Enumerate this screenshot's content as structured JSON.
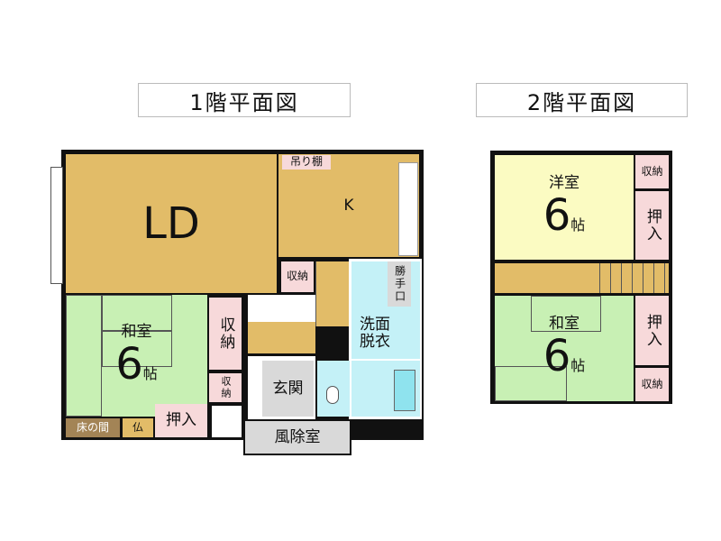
{
  "floor1": {
    "title": "1階平面図",
    "rooms": {
      "ld": "LD",
      "kitchen": "K",
      "hanging_shelf": "吊り棚",
      "storage_ld": "収納",
      "washroom": "洗面\n脱衣",
      "washroom_l1": "洗面",
      "washroom_l2": "脱衣",
      "back_door": "勝手口",
      "japanese_room": "和室",
      "japanese_size": "6",
      "japanese_unit": "帖",
      "storage_large": "収納",
      "storage_small": "収納",
      "closet": "押入",
      "tokonoma": "床の間",
      "butsudan": "仏",
      "entrance": "玄関",
      "windbreak": "風除室"
    }
  },
  "floor2": {
    "title": "2階平面図",
    "rooms": {
      "western_room": "洋室",
      "western_size": "6",
      "western_unit": "帖",
      "storage_top": "収納",
      "closet_top": "押入",
      "japanese_room": "和室",
      "japanese_size": "6",
      "japanese_unit": "帖",
      "closet_bottom": "押入",
      "storage_bottom": "収納"
    }
  },
  "colors": {
    "ld": "#e2bc68",
    "washitsu": "#c8f0b4",
    "storage": "#f7d9da",
    "youshitsu": "#fbfbc2",
    "water": "#c4f1f7",
    "entrance": "#d9d9d9"
  }
}
